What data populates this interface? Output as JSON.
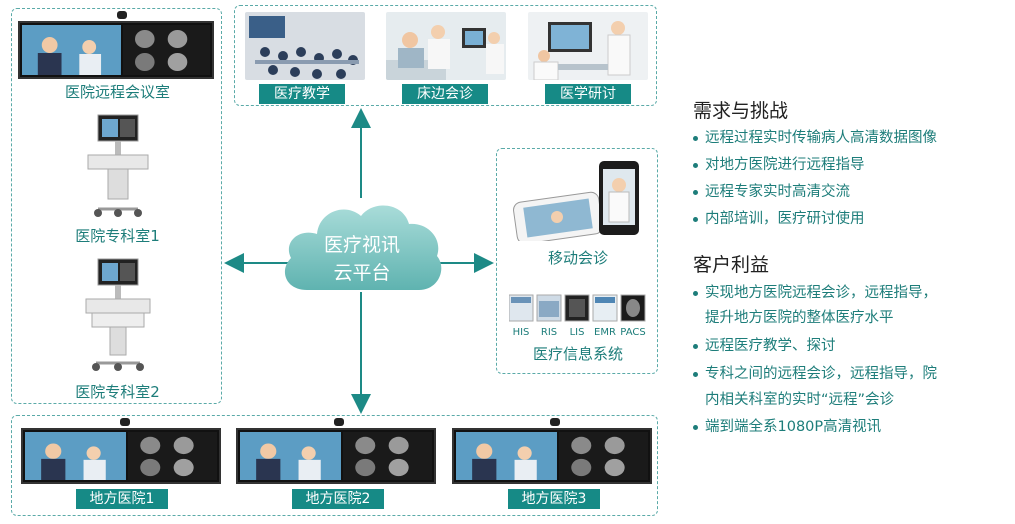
{
  "left_panel": {
    "room_label": "医院远程会议室",
    "dept1_label": "医院专科室1",
    "dept2_label": "医院专科室2"
  },
  "top_panel": {
    "tags": [
      "医疗教学",
      "床边会诊",
      "医学研讨"
    ]
  },
  "cloud": {
    "line1": "医疗视讯",
    "line2": "云平台"
  },
  "right_panel": {
    "mobile_label": "移动会诊",
    "systems": [
      "HIS",
      "RIS",
      "LIS",
      "EMR",
      "PACS"
    ],
    "info_label": "医疗信息系统"
  },
  "bottom_panel": {
    "tags": [
      "地方医院1",
      "地方医院2",
      "地方医院3"
    ]
  },
  "needs": {
    "title": "需求与挑战",
    "items": [
      "远程过程实时传输病人高清数据图像",
      "对地方医院进行远程指导",
      "远程专家实时高清交流",
      "内部培训，医疗研讨使用"
    ]
  },
  "benefits": {
    "title": "客户利益",
    "items": [
      [
        "实现地方医院远程会诊，远程指导，",
        "提升地方医院的整体医疗水平"
      ],
      [
        "远程医疗教学、探讨"
      ],
      [
        "专科之间的远程会诊，远程指导，院",
        "内相关科室的实时“远程”会诊"
      ],
      [
        "端到端全系1080P高清视讯"
      ]
    ]
  },
  "colors": {
    "accent": "#168a86",
    "text_accent": "#1d7d7a",
    "border": "#5aaaa8",
    "cloud": "#7cc6c4"
  }
}
